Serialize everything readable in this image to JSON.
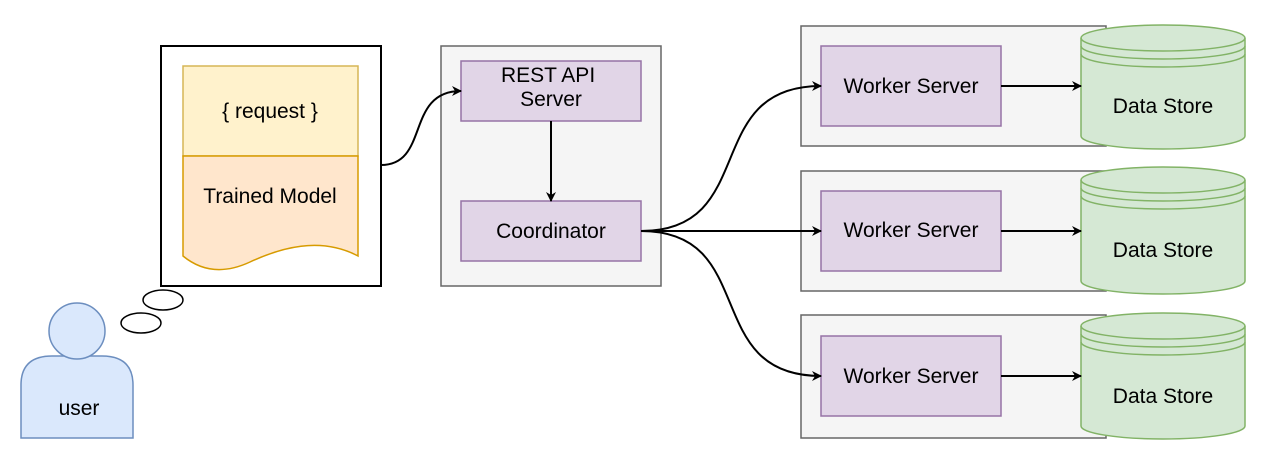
{
  "labels": {
    "request": "{ request }",
    "trained_model": "Trained Model",
    "user": "user",
    "rest_api_line1": "REST API",
    "rest_api_line2": "Server",
    "coordinator": "Coordinator",
    "worker_servers": [
      "Worker Server",
      "Worker Server",
      "Worker Server"
    ],
    "data_stores": [
      "Data Store",
      "Data Store",
      "Data Store"
    ]
  },
  "colors": {
    "request_fill": "#fff2cc",
    "request_stroke": "#d6b656",
    "model_fill": "#ffe6cc",
    "model_stroke": "#d79b00",
    "server_fill": "#e1d5e7",
    "server_stroke": "#9673a6",
    "group_fill": "#f5f5f5",
    "group_stroke": "#666666",
    "store_fill": "#d5e8d4",
    "store_stroke": "#82b366",
    "user_fill": "#dae8fc",
    "user_stroke": "#6c8ebf"
  }
}
